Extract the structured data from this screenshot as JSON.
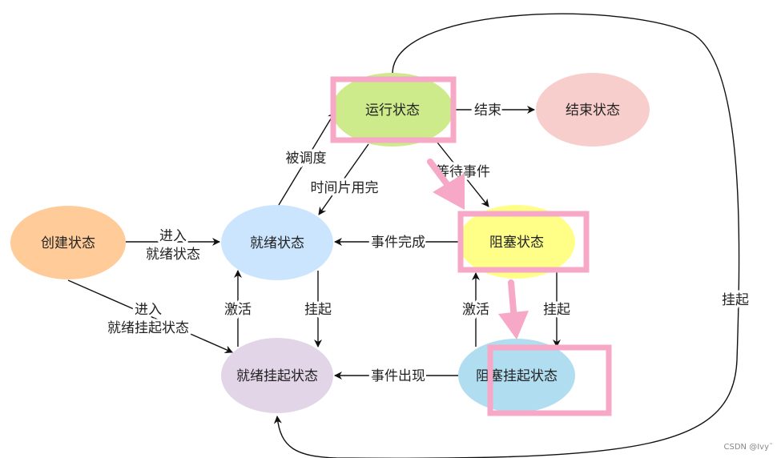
{
  "nodes": {
    "running": {
      "label": "运行状态",
      "color": "#cdeb8b"
    },
    "terminated": {
      "label": "结束状态",
      "color": "#f8cecc"
    },
    "blocked": {
      "label": "阻塞状态",
      "color": "#ffff88"
    },
    "ready": {
      "label": "就绪状态",
      "color": "#cce5ff"
    },
    "created": {
      "label": "创建状态",
      "color": "#ffcc99"
    },
    "ready_suspended": {
      "label": "就绪挂起状态",
      "color": "#e1d5e7"
    },
    "blocked_suspended": {
      "label": "阻塞挂起状态",
      "color": "#b1ddf0"
    }
  },
  "edges": {
    "end": "结束",
    "scheduled": "被调度",
    "timeslice": "时间片用完",
    "wait_event": "等待事件",
    "event_done": "事件完成",
    "enter_ready_1": "进入",
    "enter_ready_2": "就绪状态",
    "enter_rs_1": "进入",
    "enter_rs_2": "就绪挂起状态",
    "ready_suspend": "挂起",
    "ready_activate": "激活",
    "blocked_suspend": "挂起",
    "blocked_activate": "激活",
    "event_occurs": "事件出现",
    "running_suspend": "挂起"
  },
  "highlight_color": "#f7a8c6",
  "watermark": "CSDN @Ivy˜"
}
